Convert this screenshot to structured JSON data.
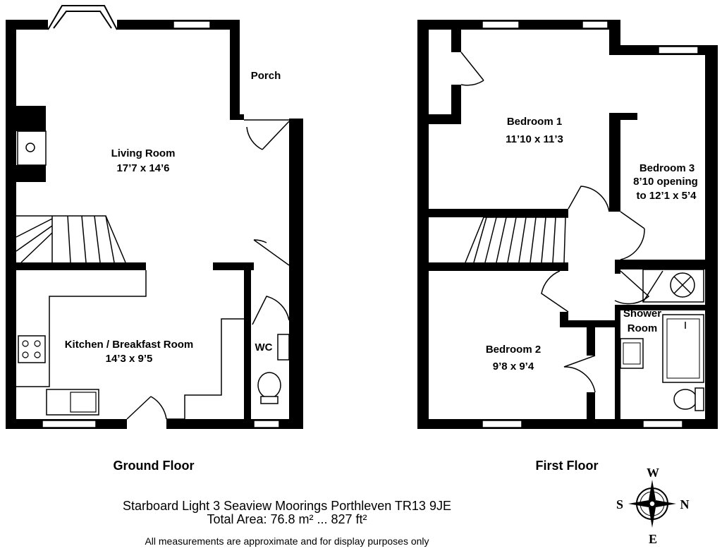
{
  "rooms": {
    "living_room": {
      "name": "Living Room",
      "dims": "17’7 x 14’6"
    },
    "kitchen": {
      "name": "Kitchen / Breakfast Room",
      "dims": "14’3 x 9’5"
    },
    "porch": {
      "name": "Porch"
    },
    "wc": {
      "name": "WC"
    },
    "bedroom1": {
      "name": "Bedroom 1",
      "dims": "11’10 x 11’3"
    },
    "bedroom2": {
      "name": "Bedroom 2",
      "dims": "9’8 x 9’4"
    },
    "bedroom3": {
      "name": "Bedroom 3",
      "line2": "8’10 opening",
      "line3": "to 12’1 x 5’4"
    },
    "shower_room": {
      "line1": "Shower",
      "line2": "Room"
    }
  },
  "floors": {
    "ground": "Ground Floor",
    "first": "First Floor"
  },
  "compass": {
    "n": "N",
    "s": "S",
    "e": "E",
    "w": "W"
  },
  "footer": {
    "address": "Starboard Light 3 Seaview Moorings Porthleven TR13 9JE",
    "area": "Total Area: 76.8 m² ... 827 ft²",
    "disclaimer": "All measurements are approximate and for display purposes only"
  }
}
